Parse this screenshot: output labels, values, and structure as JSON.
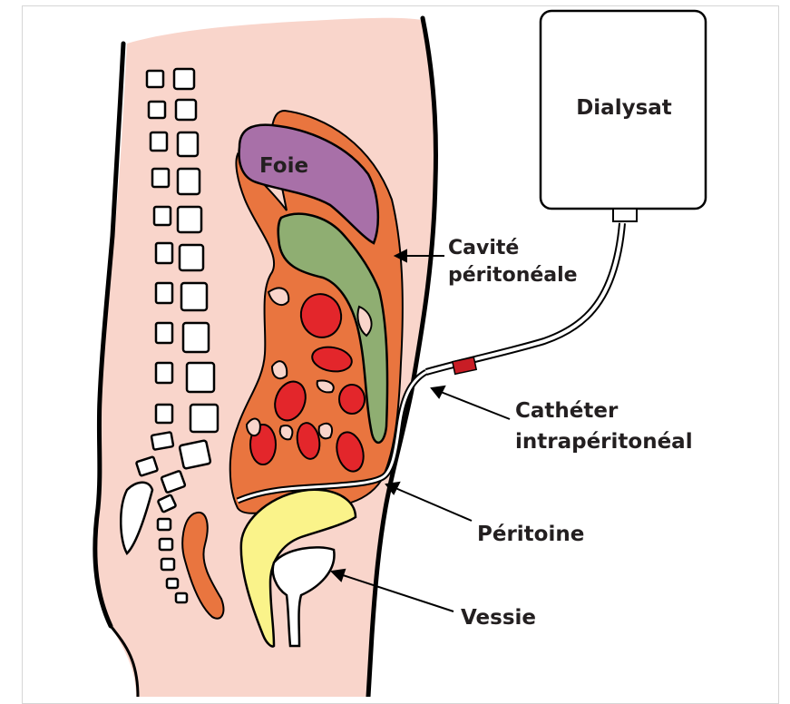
{
  "diagram": {
    "labels": {
      "dialysate": "Dialysat",
      "liver": "Foie",
      "cavity_line1": "Cavité",
      "cavity_line2": "péritonéale",
      "catheter_line1": "Cathéter",
      "catheter_line2": "intrapéritonéal",
      "peritoneum": "Péritoine",
      "bladder": "Vessie"
    },
    "colors": {
      "skin": "#f9d5cb",
      "peritoneal_cavity": "#e9753f",
      "liver": "#a870a8",
      "green_organ": "#8fae72",
      "intestine": "#e3262b",
      "bladder_yellow": "#faf38a",
      "catheter_marker": "#c81d25",
      "outline": "#000000"
    }
  }
}
